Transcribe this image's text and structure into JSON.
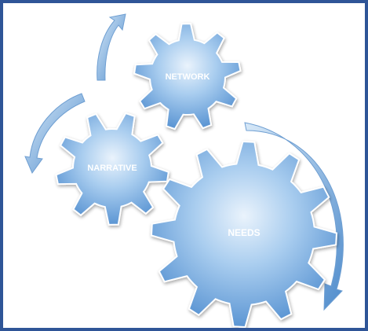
{
  "gears": [
    {
      "id": "network",
      "label": "NETWORK"
    },
    {
      "id": "narrative",
      "label": "NARRATIVE"
    },
    {
      "id": "needs",
      "label": "NEEDS"
    }
  ],
  "colors": {
    "frame": "#2f5597",
    "gear_light": "#d6e8f8",
    "gear_mid": "#8cbbe8",
    "gear_dark": "#5a93d1",
    "arrow": "#6aa2d8",
    "label": "#ffffff"
  },
  "arrows": [
    {
      "id": "arrow-top",
      "direction": "up"
    },
    {
      "id": "arrow-left",
      "direction": "down"
    },
    {
      "id": "arrow-right",
      "direction": "down"
    }
  ]
}
